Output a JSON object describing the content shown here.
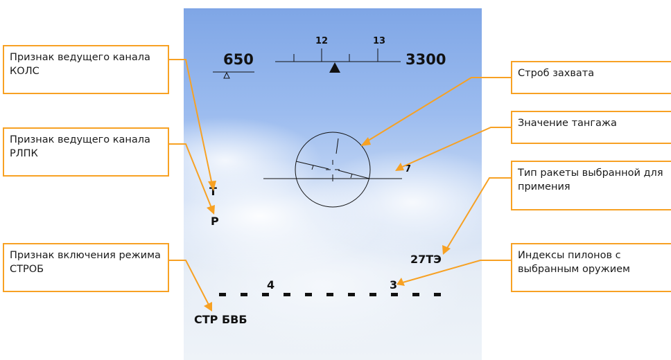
{
  "hud": {
    "speed": "650",
    "altitude": "3300",
    "heading_tick_left": "12",
    "heading_tick_right": "13",
    "pitch_value": "7",
    "kols_marker": "T",
    "rlpk_marker": "P",
    "missile_type": "27ТЭ",
    "pylon_index_left": "4",
    "pylon_index_right": "3",
    "mode_text": "СТР БВБ"
  },
  "callouts": {
    "kols": "Признак ведущего канала КОЛС",
    "rlpk": "Признак ведущего канала РЛПК",
    "strob": "Признак включения режима СТРОБ",
    "capture": "Строб захвата",
    "pitch": "Значение тангажа",
    "missile": "Тип ракеты выбранной для примения",
    "pylons": "Индексы пилонов с выбранным оружием"
  },
  "colors": {
    "leader": "#f7a123",
    "hud_symbology": "#111111"
  }
}
